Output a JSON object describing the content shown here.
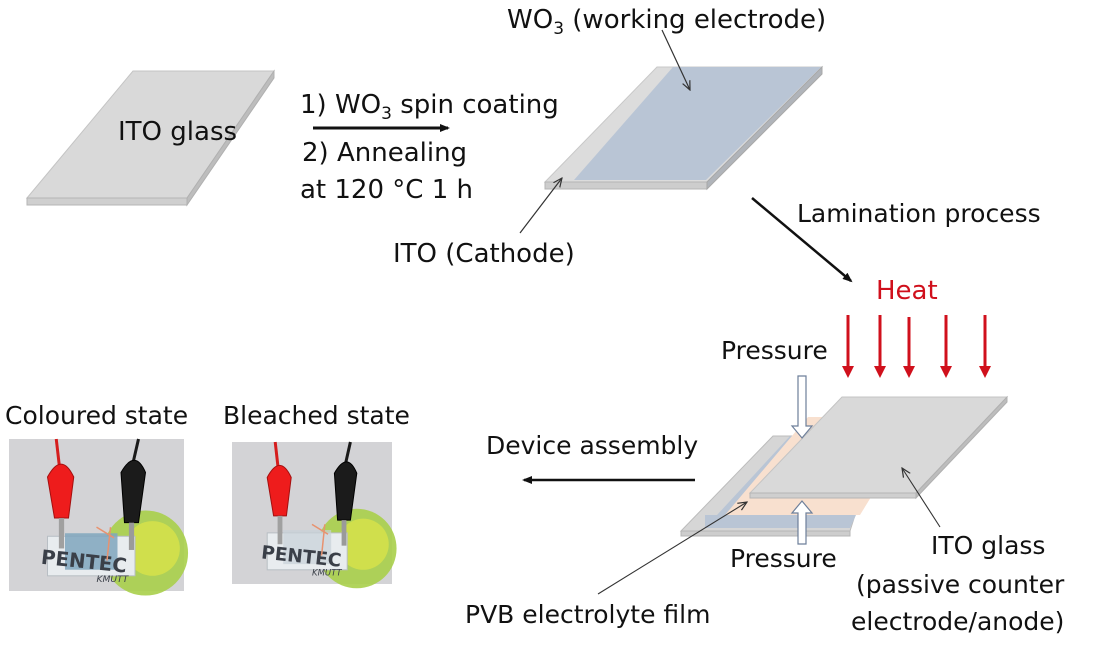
{
  "colors": {
    "glass_top": "#d9d9d9",
    "glass_edge": "#bfbfbf",
    "wo3_layer": "#b9c5d5",
    "pvb_film": "#f8e0cf",
    "heat_red": "#d0101c",
    "text": "#111111"
  },
  "step1": {
    "substrate_label": "ITO glass",
    "process_line1": "1) WO",
    "process_line1_sub": "3",
    "process_line1_rest": " spin coating",
    "process_line2": "2) Annealing",
    "process_line3": "at 120 °C 1 h"
  },
  "step2": {
    "wo3_label": "WO",
    "wo3_sub": "3",
    "wo3_rest": " (working electrode)",
    "ito_cathode_label": "ITO (Cathode)"
  },
  "lamination": {
    "label": "Lamination  process",
    "heat_label": "Heat",
    "heat_arrow_count": 5,
    "pressure_top_label": "Pressure",
    "pressure_bottom_label": "Pressure"
  },
  "assembly": {
    "pvb_label": "PVB electrolyte film",
    "ito_glass_label_line1": "ITO glass",
    "ito_glass_label_line2": "(passive counter",
    "ito_glass_label_line3": "electrode/anode)",
    "device_assembly_label": "Device assembly"
  },
  "photos": {
    "coloured_label": "Coloured state",
    "bleached_label": "Bleached state",
    "logo_text": "PENTEC",
    "logo_subtext": "KMUTT"
  }
}
